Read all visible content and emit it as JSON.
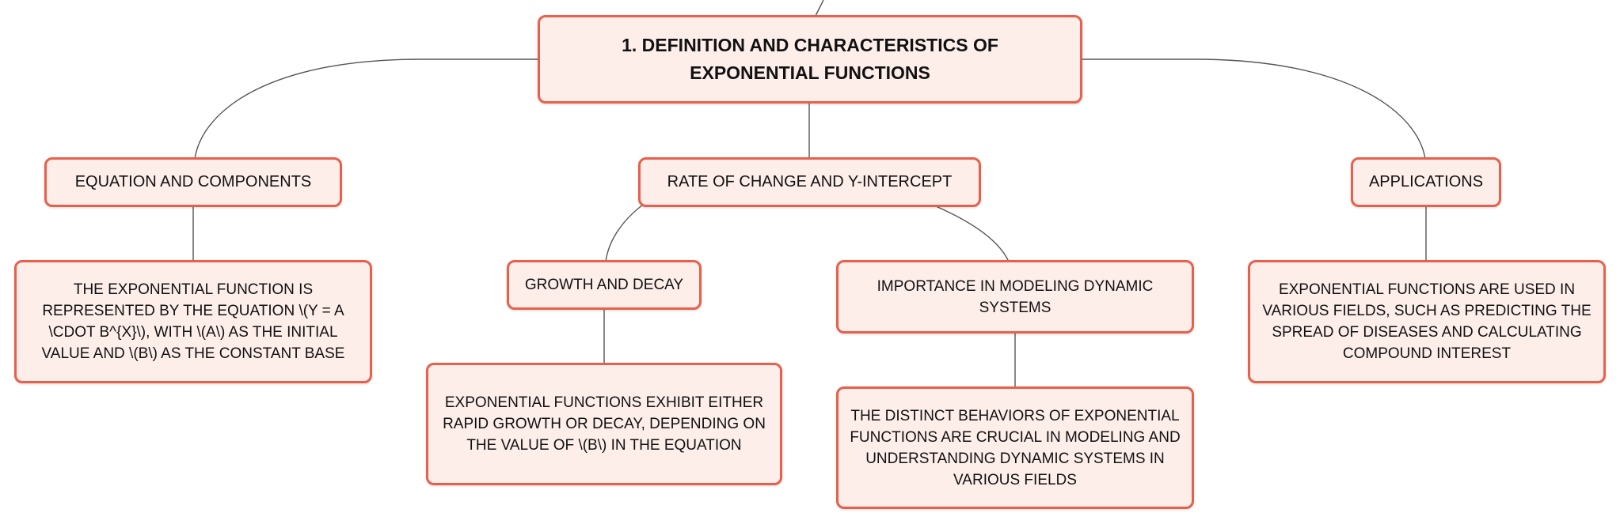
{
  "root": {
    "title": "1. DEFINITION AND CHARACTERISTICS OF EXPONENTIAL FUNCTIONS"
  },
  "branches": {
    "equation": {
      "label": "EQUATION AND COMPONENTS",
      "detail": "THE EXPONENTIAL FUNCTION IS REPRESENTED BY THE EQUATION \\(Y = A \\CDOT B^{X}\\), WITH \\(A\\) AS THE INITIAL VALUE AND \\(B\\) AS THE CONSTANT BASE"
    },
    "rate": {
      "label": "RATE OF CHANGE AND Y-INTERCEPT",
      "growth": {
        "label": "GROWTH AND DECAY",
        "detail": "EXPONENTIAL FUNCTIONS EXHIBIT EITHER RAPID GROWTH OR DECAY, DEPENDING ON THE VALUE OF \\(B\\) IN THE EQUATION"
      },
      "importance": {
        "label": "IMPORTANCE IN MODELING DYNAMIC SYSTEMS",
        "detail": "THE DISTINCT BEHAVIORS OF EXPONENTIAL FUNCTIONS ARE CRUCIAL IN MODELING AND UNDERSTANDING DYNAMIC SYSTEMS IN VARIOUS FIELDS"
      }
    },
    "applications": {
      "label": "APPLICATIONS",
      "detail": "EXPONENTIAL FUNCTIONS ARE USED IN VARIOUS FIELDS, SUCH AS PREDICTING THE SPREAD OF DISEASES AND CALCULATING COMPOUND INTEREST"
    }
  },
  "colors": {
    "node_fill": "#fdeeea",
    "node_border": "#e8604c",
    "connector": "#555555"
  }
}
